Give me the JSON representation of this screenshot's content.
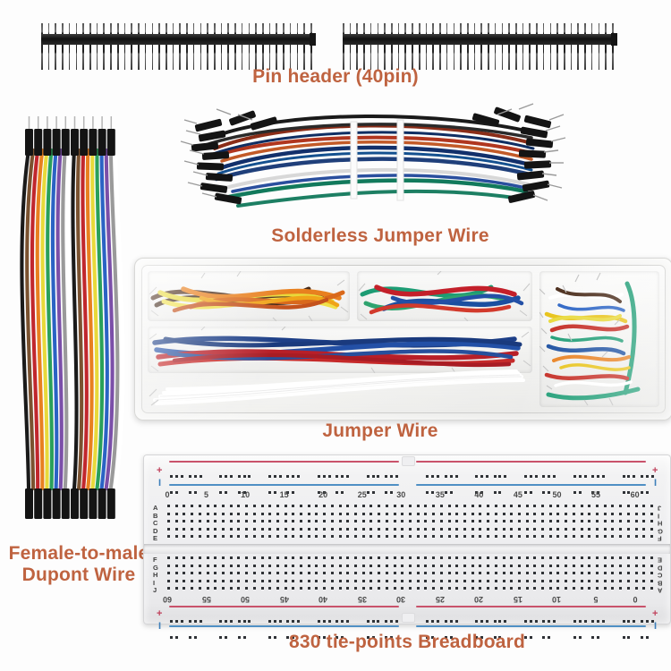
{
  "page": {
    "background": "#fdfdfd",
    "caption_color": "#bf6340"
  },
  "captions": {
    "pin_header": "Pin header (40pin)",
    "solderless_jumper_wire": "Solderless Jumper Wire",
    "jumper_wire": "Jumper Wire",
    "female_to_male_dupont_wire": "Female-to-male\nDupont Wire",
    "breadboard": "830 tie-points Breadboard"
  },
  "pin_header": {
    "pin_count_per_strip": 40,
    "strips": 2,
    "body_color": "#111111",
    "pin_color": "#6b6b6b"
  },
  "solderless_jumper_wire": {
    "connector_color": "#1a1a1a",
    "tie_color": "#ffffff",
    "wire_colors": [
      "#1f3f7a",
      "#127a5c",
      "#b0361f",
      "#12306b",
      "#d4d4d4",
      "#1a1a1a",
      "#8a2d18",
      "#1d7f63",
      "#2a4f9e",
      "#c25a28"
    ]
  },
  "jumper_wire_box": {
    "case_color": "#f2f2f0",
    "compartments": [
      {
        "name": "top-left",
        "colors": [
          "#4a2c1a",
          "#e8d93a",
          "#e8801f",
          "#c4521c",
          "#f0c419"
        ]
      },
      {
        "name": "top-middle",
        "colors": [
          "#1d9c74",
          "#c3202a",
          "#1b4fa0",
          "#2fa36f",
          "#d23a2c"
        ]
      },
      {
        "name": "middle-long",
        "colors": [
          "#1d3f87",
          "#b81f28",
          "#2350a6",
          "#c62a2a",
          "#1a3a7d"
        ]
      },
      {
        "name": "bottom-white",
        "colors": [
          "#ffffff",
          "#f7f7f7",
          "#fafafa"
        ]
      },
      {
        "name": "right-mixed",
        "colors": [
          "#e8c318",
          "#c42a22",
          "#1c9c74",
          "#1b4fa0",
          "#e8801f",
          "#ffffff",
          "#4a2c1a"
        ]
      }
    ]
  },
  "dupont_ribbon": {
    "end_top": "male",
    "end_bottom": "female",
    "housing_color": "#141414",
    "wire_colors": [
      "#1a1a1a",
      "#7a5230",
      "#c1272d",
      "#e8801f",
      "#e8d93a",
      "#2aa05a",
      "#2a63c4",
      "#7b4fa8",
      "#9a9a9a",
      "#ffffff"
    ],
    "strand_count": 20
  },
  "breadboard": {
    "tie_points": 830,
    "column_numbers": [
      0,
      5,
      10,
      15,
      20,
      25,
      30,
      35,
      40,
      45,
      50,
      55,
      60
    ],
    "column_numbers_bottom": [
      60,
      55,
      50,
      45,
      40,
      35,
      30,
      25,
      20,
      15,
      10,
      5,
      0
    ],
    "row_labels_top": [
      "A",
      "B",
      "C",
      "D",
      "E"
    ],
    "row_labels_bottom": [
      "F",
      "G",
      "H",
      "I",
      "J"
    ],
    "row_labels_right_top": [
      "J",
      "I",
      "H",
      "G",
      "F"
    ],
    "row_labels_right_bottom": [
      "E",
      "D",
      "C",
      "B",
      "A"
    ],
    "plus_sign": "+",
    "minus_sign": "I",
    "rail_red": "#c9536b",
    "rail_blue": "#4f8fc4",
    "columns": 63,
    "power_rail_groups": 10,
    "power_rail_holes_per_group": 5
  }
}
